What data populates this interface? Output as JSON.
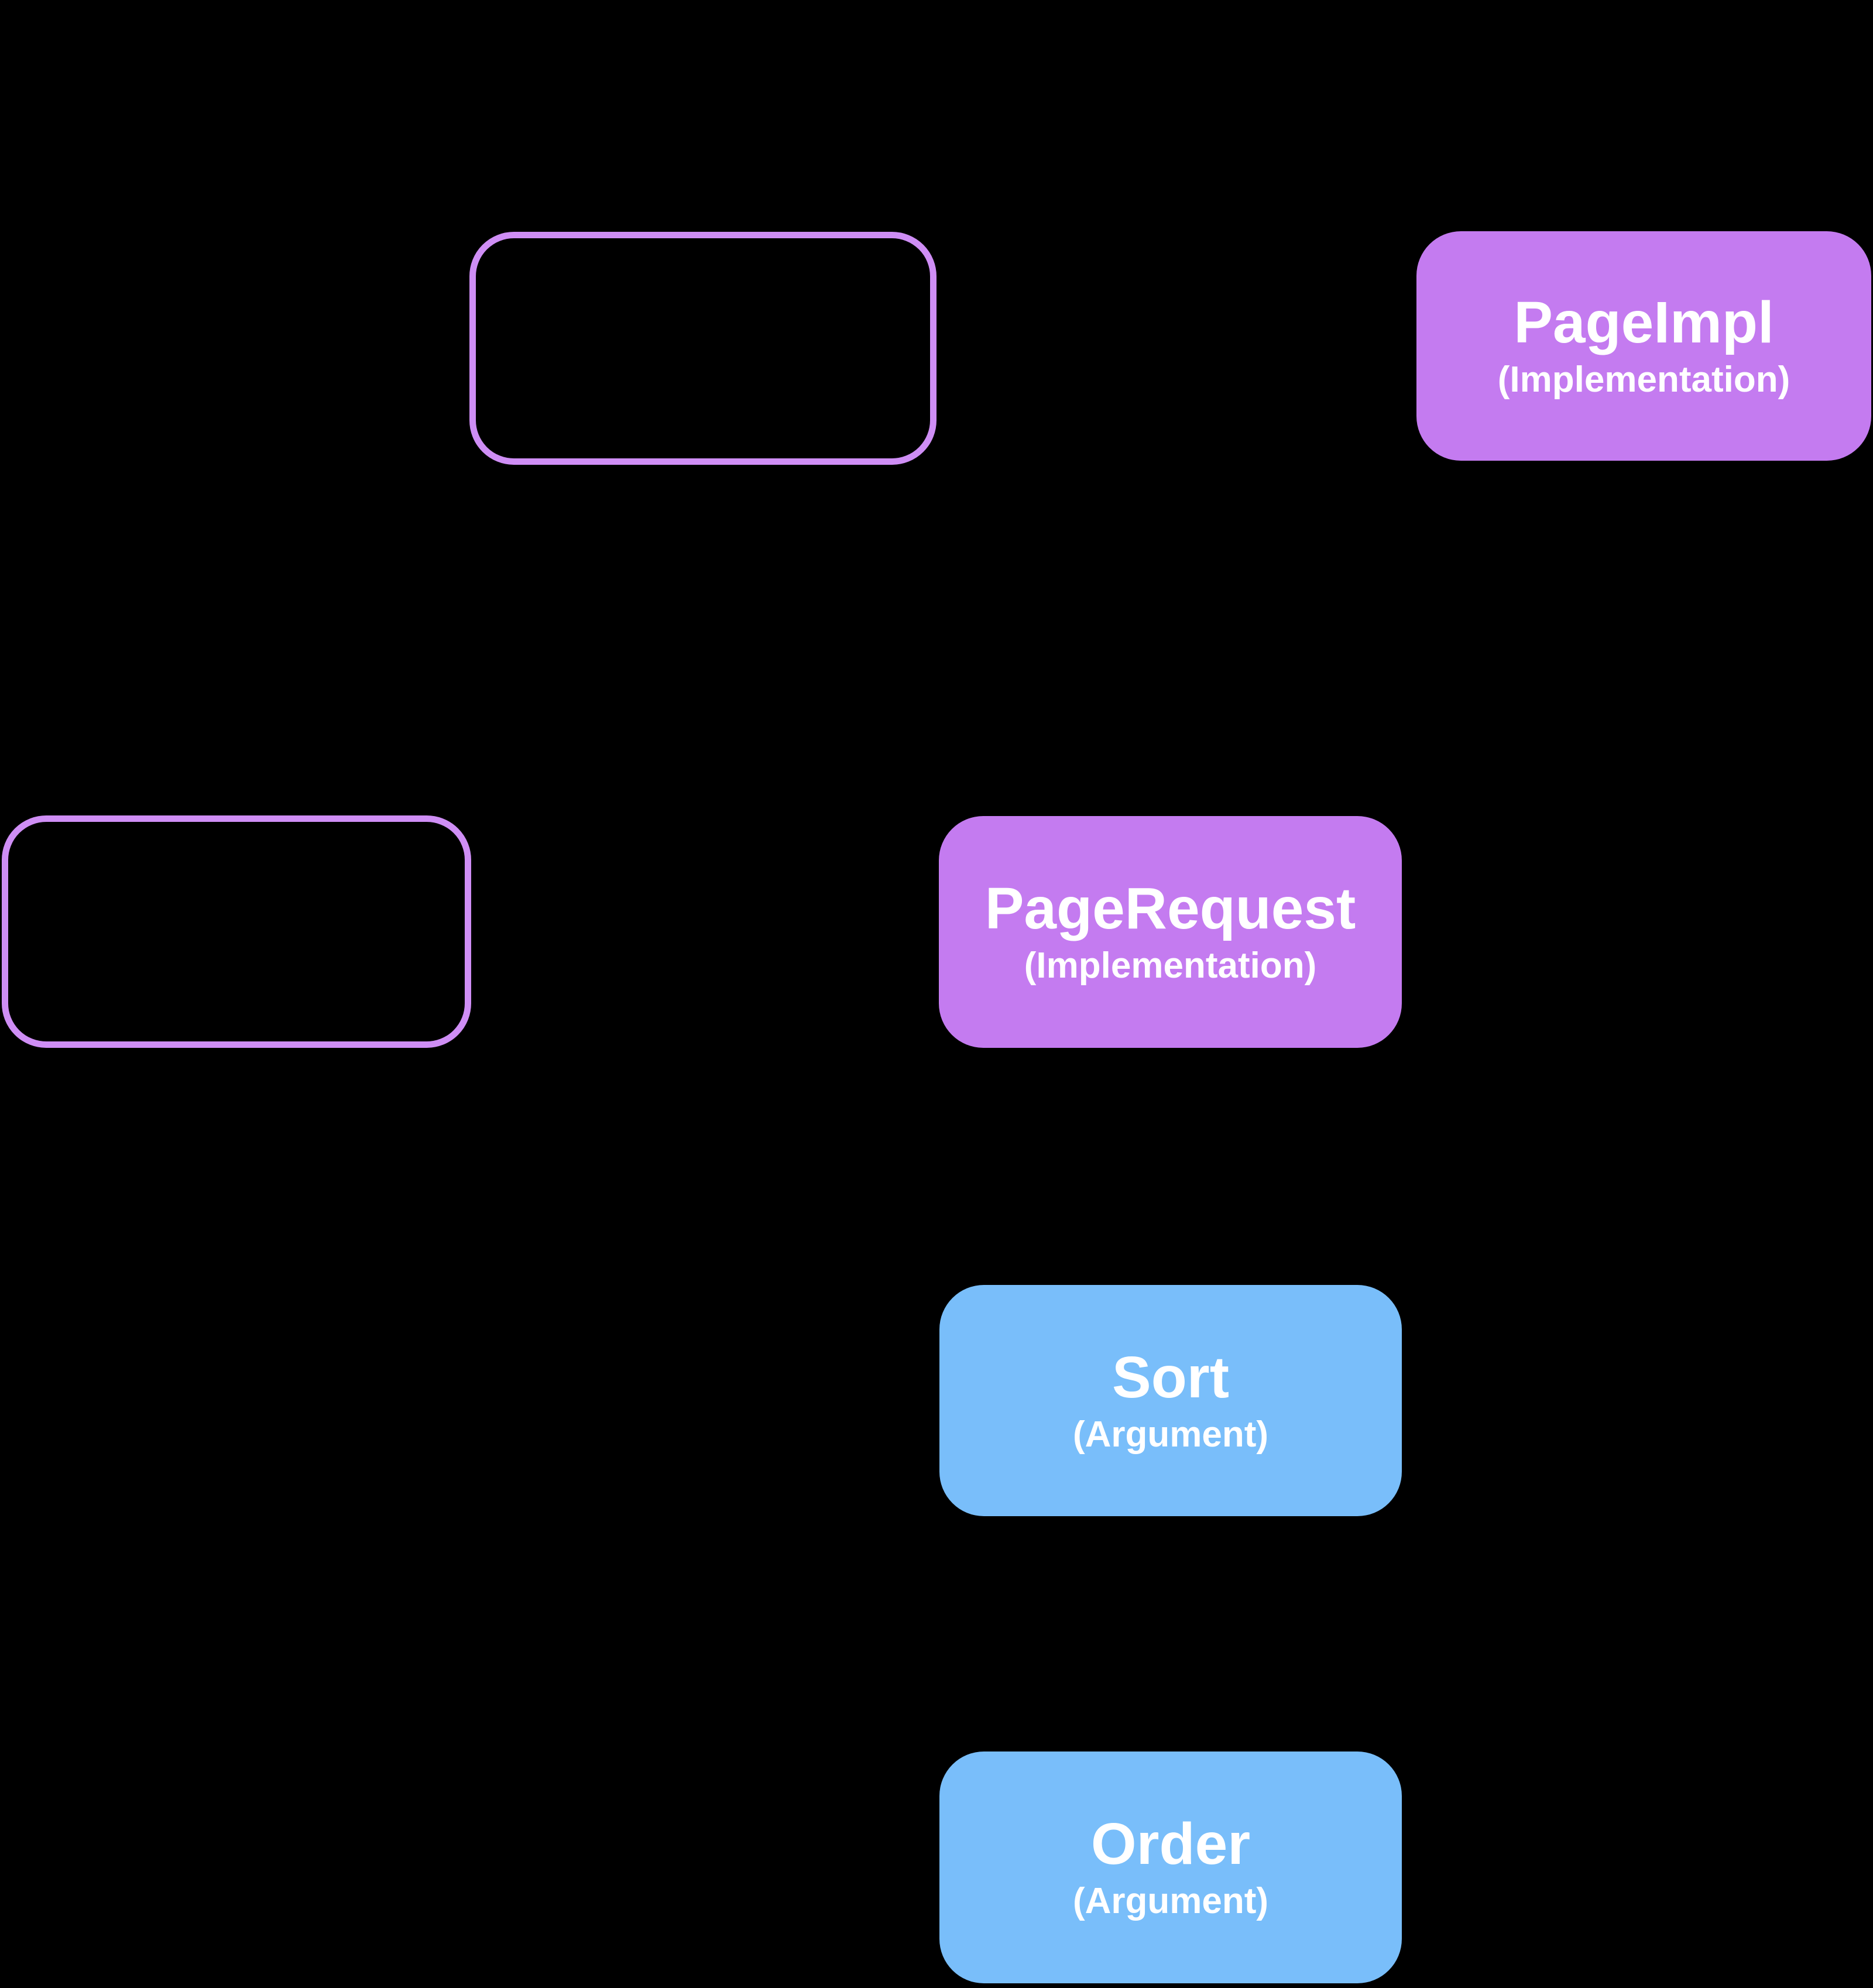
{
  "diagram": {
    "background": "#000000",
    "text_color": "#ffffff",
    "colors": {
      "purple_fill": "#c47bf0",
      "purple_outline": "#cf8ef5",
      "blue_fill": "#79befa"
    },
    "nodes": [
      {
        "id": "outlined-box-top",
        "label": "",
        "sublabel": "",
        "style": "outlined",
        "color": "#cf8ef5"
      },
      {
        "id": "page-impl",
        "label": "PageImpl",
        "sublabel": "(Implementation)",
        "style": "filled",
        "color": "#c47bf0"
      },
      {
        "id": "outlined-box-left",
        "label": "",
        "sublabel": "",
        "style": "outlined",
        "color": "#cf8ef5"
      },
      {
        "id": "page-request",
        "label": "PageRequest",
        "sublabel": "(Implementation)",
        "style": "filled",
        "color": "#c47bf0"
      },
      {
        "id": "sort",
        "label": "Sort",
        "sublabel": "(Argument)",
        "style": "filled",
        "color": "#79befa"
      },
      {
        "id": "order",
        "label": "Order",
        "sublabel": "(Argument)",
        "style": "filled",
        "color": "#79befa"
      }
    ]
  }
}
